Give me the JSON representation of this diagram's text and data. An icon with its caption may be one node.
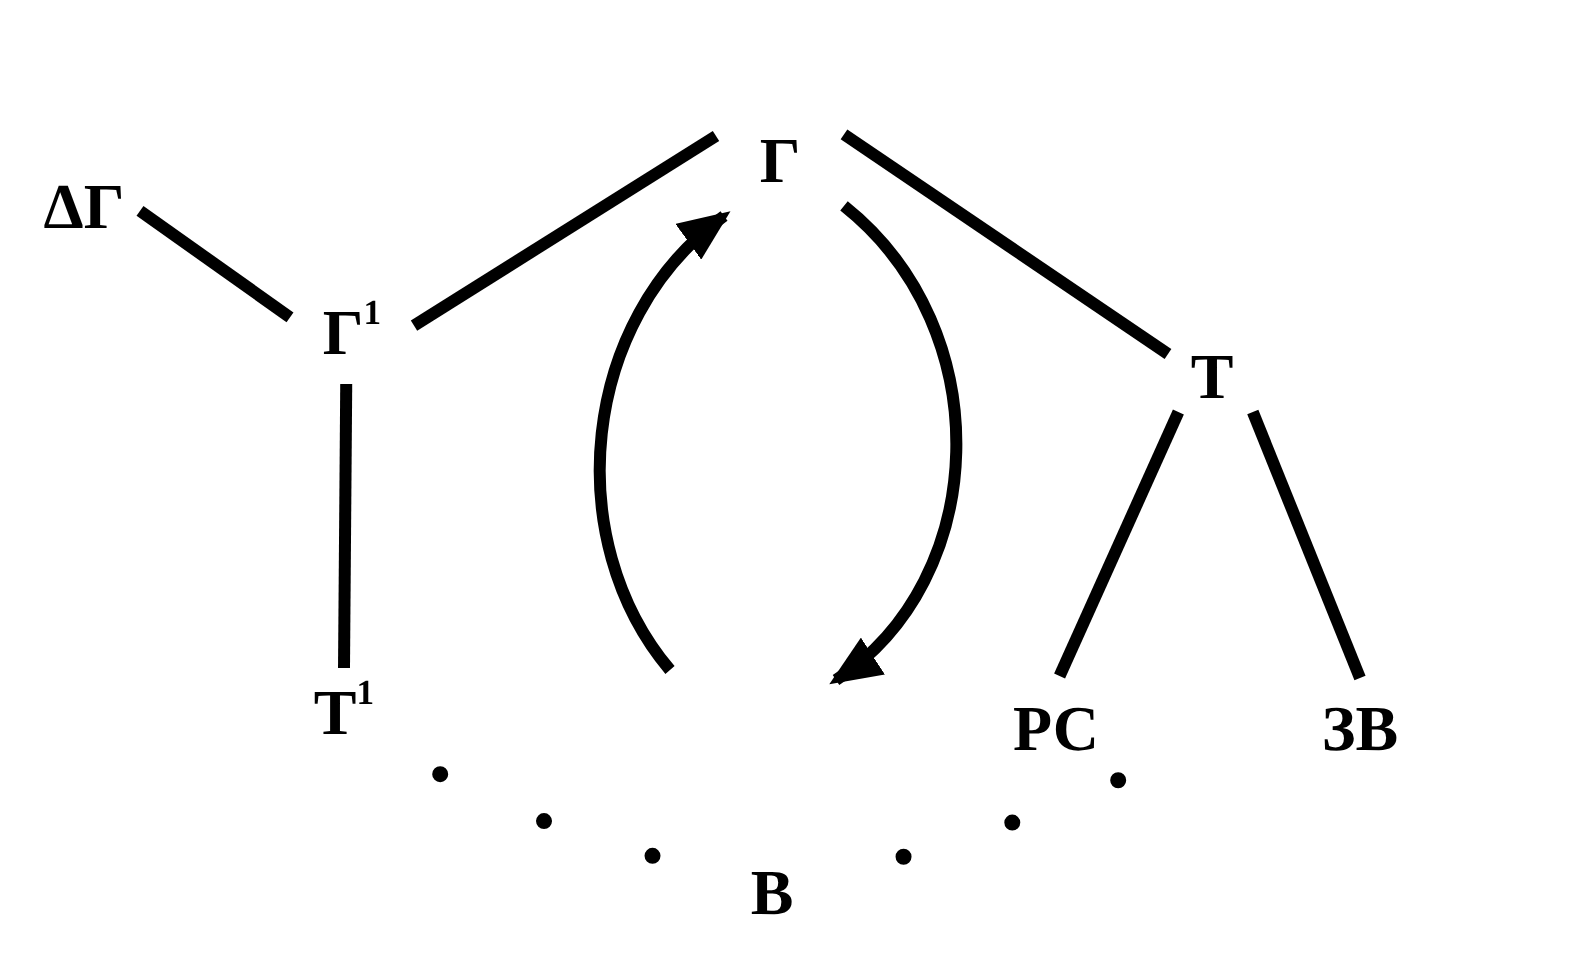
{
  "diagram": {
    "nodes": [
      {
        "text": [
          "Г"
        ]
      },
      {
        "text": [
          "ΔГ"
        ]
      },
      {
        "text": [
          "Г$^{1}$"
        ]
      },
      {
        "text": [
          "Т"
        ]
      },
      {
        "text": [
          "Т$^{1}$"
        ]
      },
      {
        "text": [
          "РС"
        ]
      },
      {
        "text": [
          "ЗВ"
        ]
      },
      {
        "text": [
          "В"
        ]
      }
    ],
    "edges": [
      {
        "from": 1,
        "to": 2,
        "arrow": "none"
      },
      {
        "from": 2,
        "to": 0,
        "arrow": "none"
      },
      {
        "from": 0,
        "to": 3,
        "arrow": "none"
      },
      {
        "from": 2,
        "to": 4,
        "arrow": "none"
      },
      {
        "from": 3,
        "to": 5,
        "arrow": "none"
      },
      {
        "from": 3,
        "to": 6,
        "arrow": "none"
      },
      {
        "from": null,
        "to": 0,
        "arrow": "to"
      },
      {
        "from": 0,
        "to": null,
        "arrow": "to"
      },
      {
        "from": 4,
        "to": 7,
        "arrow": "none",
        "style": "dashed"
      },
      {
        "from": 7,
        "to": 5,
        "arrow": "none",
        "style": "dashed"
      }
    ]
  }
}
